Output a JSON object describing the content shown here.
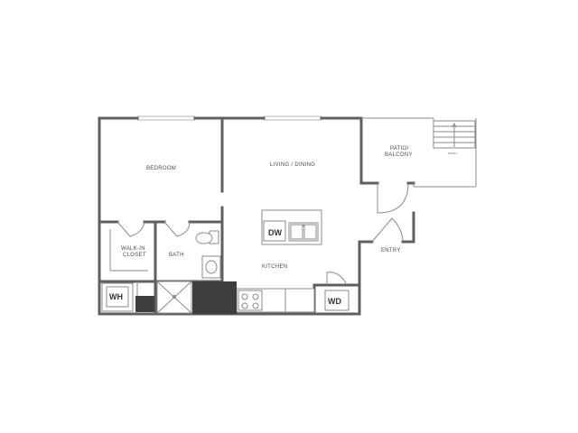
{
  "rooms": {
    "bedroom": "BEDROOM",
    "living_dining": "LIVING / DINING",
    "patio_balcony": [
      "PATIO/",
      "BALCONY"
    ],
    "walk_in_closet": [
      "WALK-IN",
      "CLOSET"
    ],
    "bath": "BATH",
    "kitchen": "KITCHEN",
    "entry": "ENTRY"
  },
  "appliances": {
    "water_heater": "WH",
    "dishwasher": "DW",
    "washer_dryer": "WD"
  },
  "stairs_label": "DOWN",
  "colors": {
    "wall": "#5f5f5f",
    "fixture_line": "#8a8a8a",
    "dark_fill": "#3d3d3d",
    "text": "#4a4a4a"
  }
}
